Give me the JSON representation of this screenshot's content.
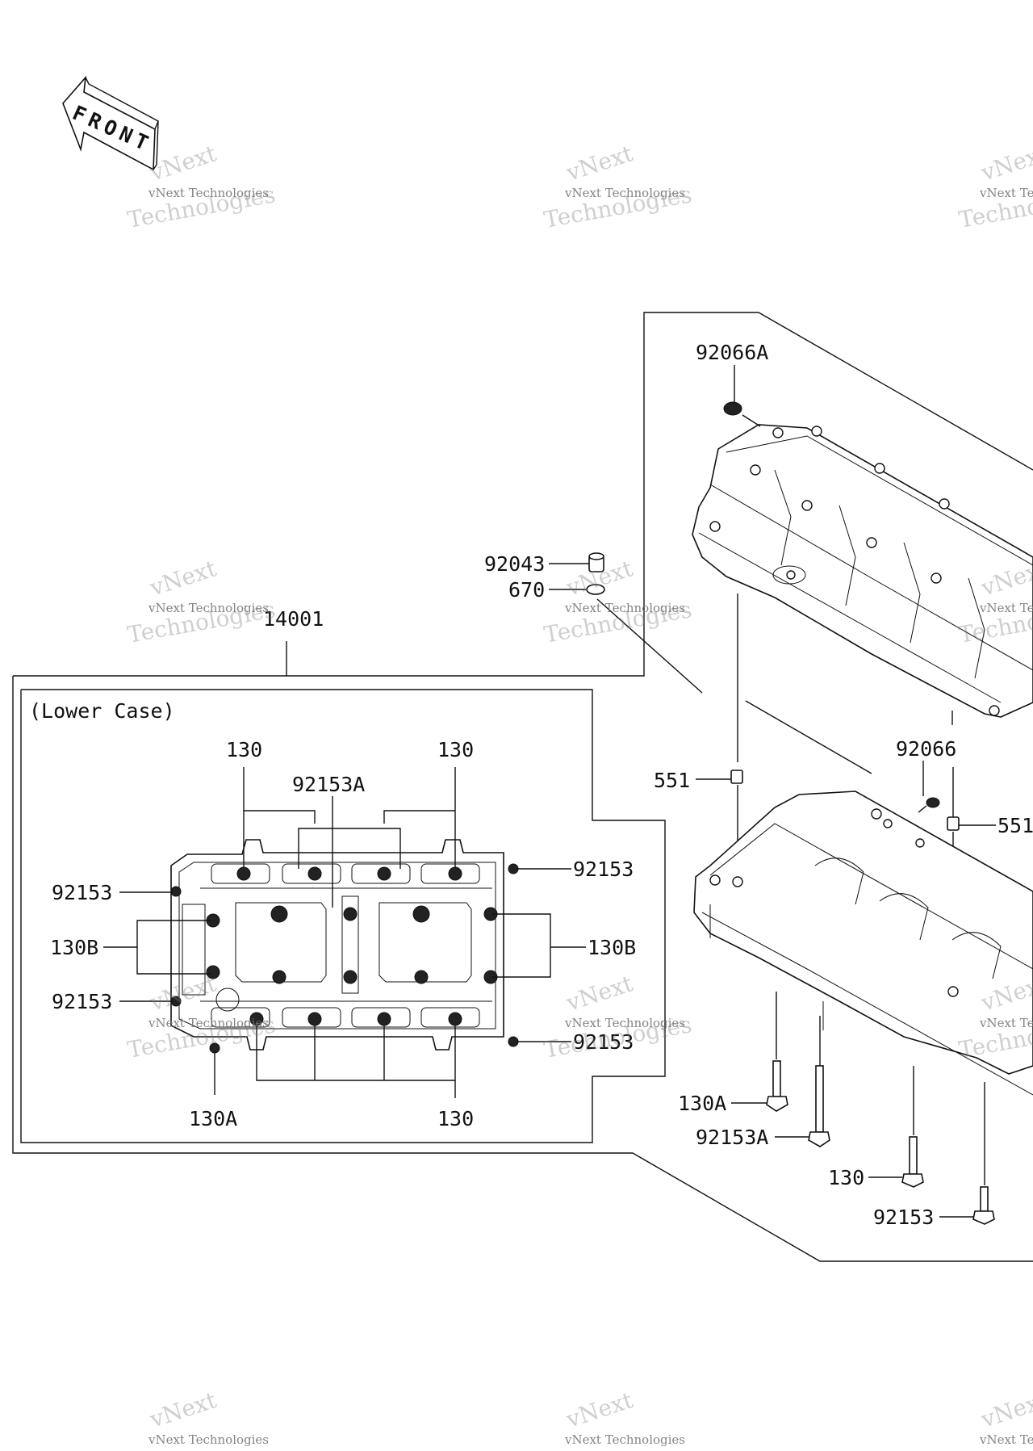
{
  "front_badge": {
    "text": "FRONT"
  },
  "assembly": {
    "main_label": "14001",
    "inset_title": "(Lower Case)"
  },
  "inset_labels": {
    "top_left_130": "130",
    "top_right_130": "130",
    "top_92153A": "92153A",
    "left_92153_upper": "92153",
    "left_130B": "130B",
    "left_92153_lower": "92153",
    "right_92153_upper": "92153",
    "right_130B": "130B",
    "right_92153_lower": "92153",
    "bottom_130A": "130A",
    "bottom_130": "130"
  },
  "parts_labels": {
    "p92066A": "92066A",
    "p92043": "92043",
    "p670": "670",
    "p551_left": "551",
    "p92066": "92066",
    "p551_right": "551",
    "p130A": "130A",
    "p92153A": "92153A",
    "p130": "130",
    "p92153": "92153"
  },
  "watermark": {
    "line1": "vNext",
    "line2": "vNext Technologies",
    "line3": "Technologies"
  }
}
